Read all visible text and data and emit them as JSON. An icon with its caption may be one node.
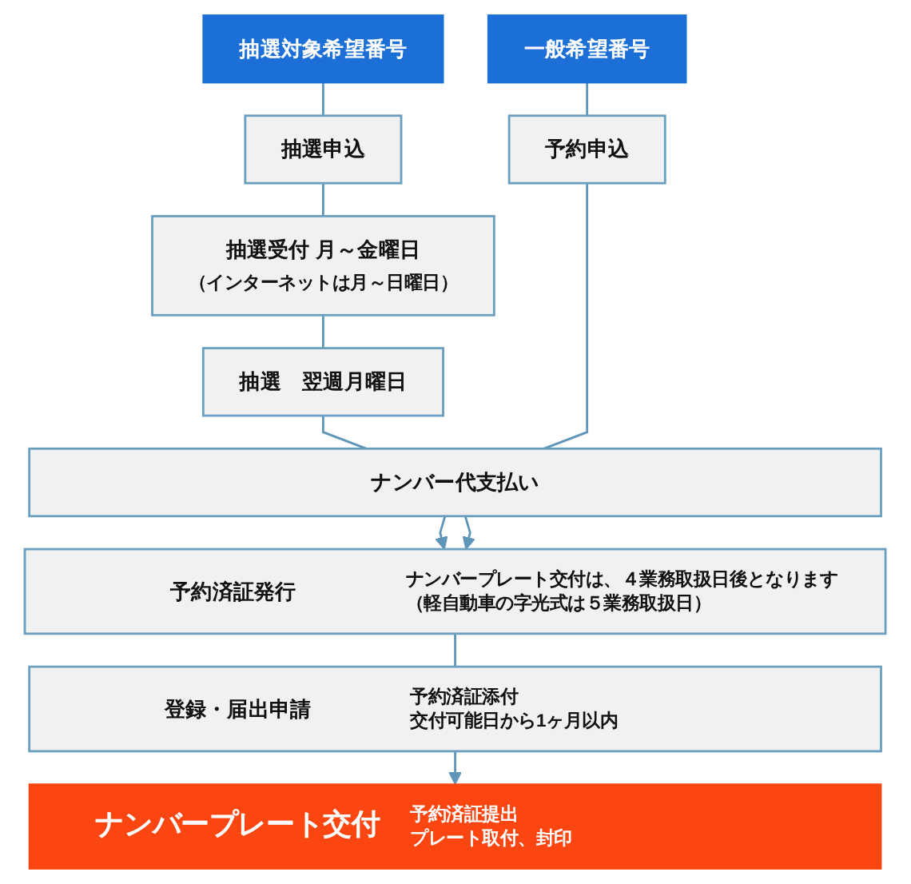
{
  "diagram": {
    "nodes": [
      {
        "text": [
          "抽選対象希望番号"
        ]
      },
      {
        "text": [
          "一般希望番号"
        ]
      },
      {
        "text": [
          "抽選申込"
        ]
      },
      {
        "text": [
          "予約申込"
        ]
      },
      {
        "text": [
          "抽選受付 月～金曜日",
          "（インターネットは月～日曜日）"
        ]
      },
      {
        "text": [
          "抽選　翌週月曜日"
        ]
      },
      {
        "text": [
          "ナンバー代支払い"
        ]
      },
      {
        "text": [
          "予約済証発行",
          "ナンバープレート交付は、４業務取扱日後となります",
          "（軽自動車の字光式は５業務取扱日）"
        ]
      },
      {
        "text": [
          "登録・届出申請",
          "予約済証添付",
          "交付可能日から1ヶ月以内"
        ]
      },
      {
        "text": [
          "ナンバープレート交付",
          "予約済証提出",
          "プレート取付、封印"
        ]
      }
    ],
    "edges": [
      {
        "from": 0,
        "to": 2,
        "arrow": "none"
      },
      {
        "from": 1,
        "to": 3,
        "arrow": "none"
      },
      {
        "from": 2,
        "to": 4,
        "arrow": "none"
      },
      {
        "from": 4,
        "to": 5,
        "arrow": "none"
      },
      {
        "from": 5,
        "to": 6,
        "arrow": "none"
      },
      {
        "from": 3,
        "to": 6,
        "arrow": "none"
      },
      {
        "from": 6,
        "to": 7,
        "arrow": "to"
      },
      {
        "from": 6,
        "to": 7,
        "arrow": "to"
      },
      {
        "from": 7,
        "to": 8,
        "arrow": "none"
      },
      {
        "from": 8,
        "to": 9,
        "arrow": "to"
      }
    ]
  }
}
